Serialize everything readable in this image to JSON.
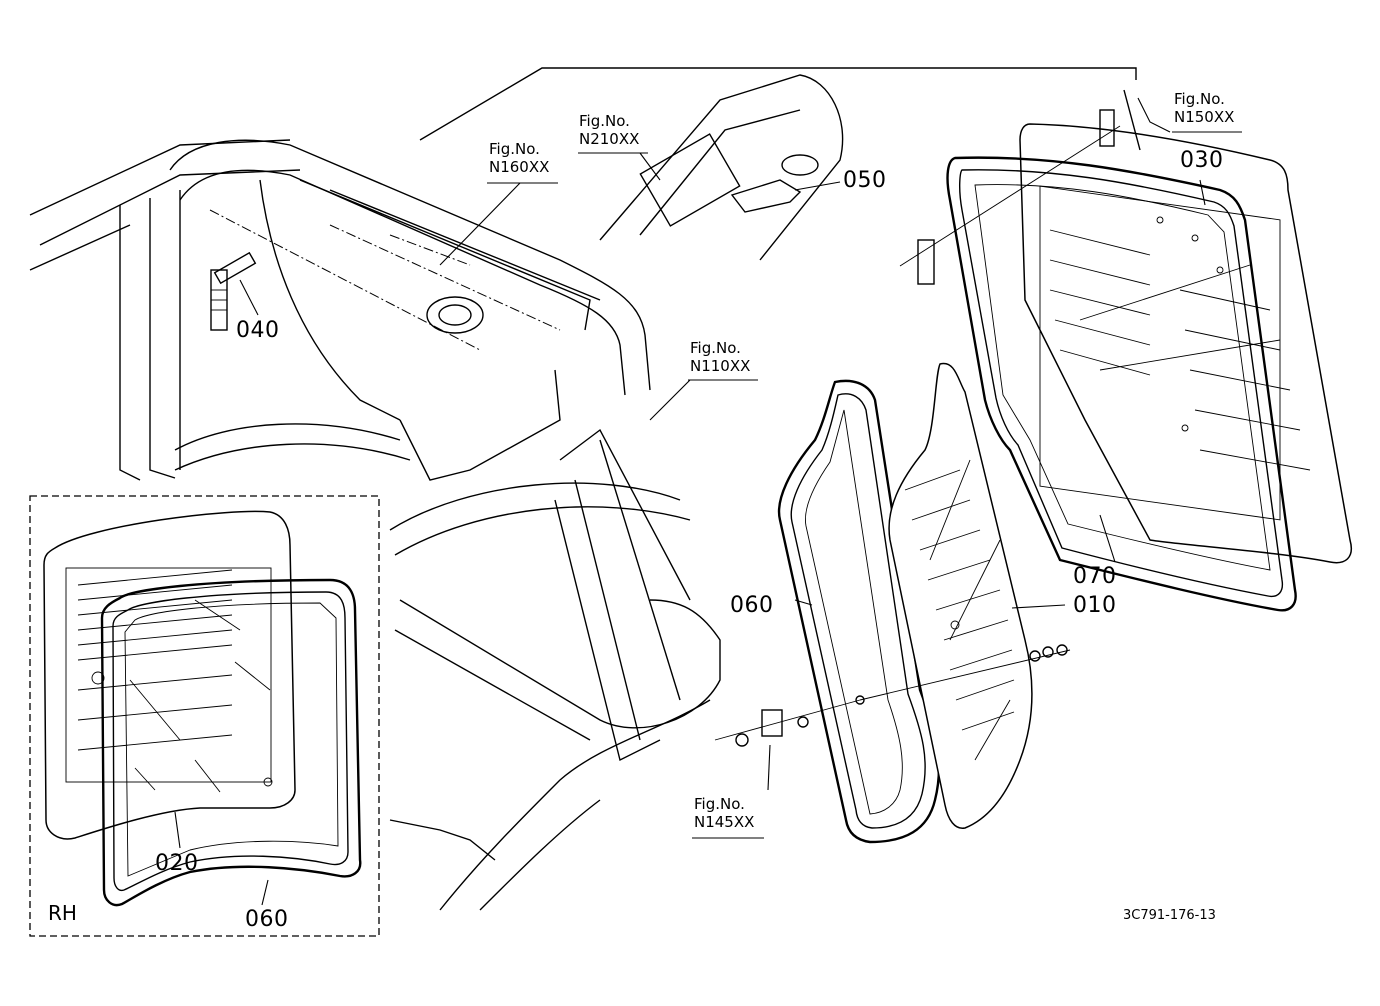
{
  "labels": {
    "fig_ref_left": {
      "line1": "Fig.No.",
      "line2": "N160XX"
    },
    "fig_ref_top": {
      "line1": "Fig.No.",
      "line2": "N210XX"
    },
    "fig_ref_right": {
      "line1": "Fig.No.",
      "line2": "N150XX"
    },
    "fig_ref_mid": {
      "line1": "Fig.No.",
      "line2": "N110XX"
    },
    "fig_ref_bottom": {
      "line1": "Fig.No.",
      "line2": "N145XX"
    },
    "parts": {
      "p010": "010",
      "p020": "020",
      "p030": "030",
      "p040": "040",
      "p050": "050",
      "p060_main": "060",
      "p060_inset": "060",
      "p070": "070"
    },
    "inset_side": "RH",
    "drawing_code": "3C791-176-13"
  }
}
